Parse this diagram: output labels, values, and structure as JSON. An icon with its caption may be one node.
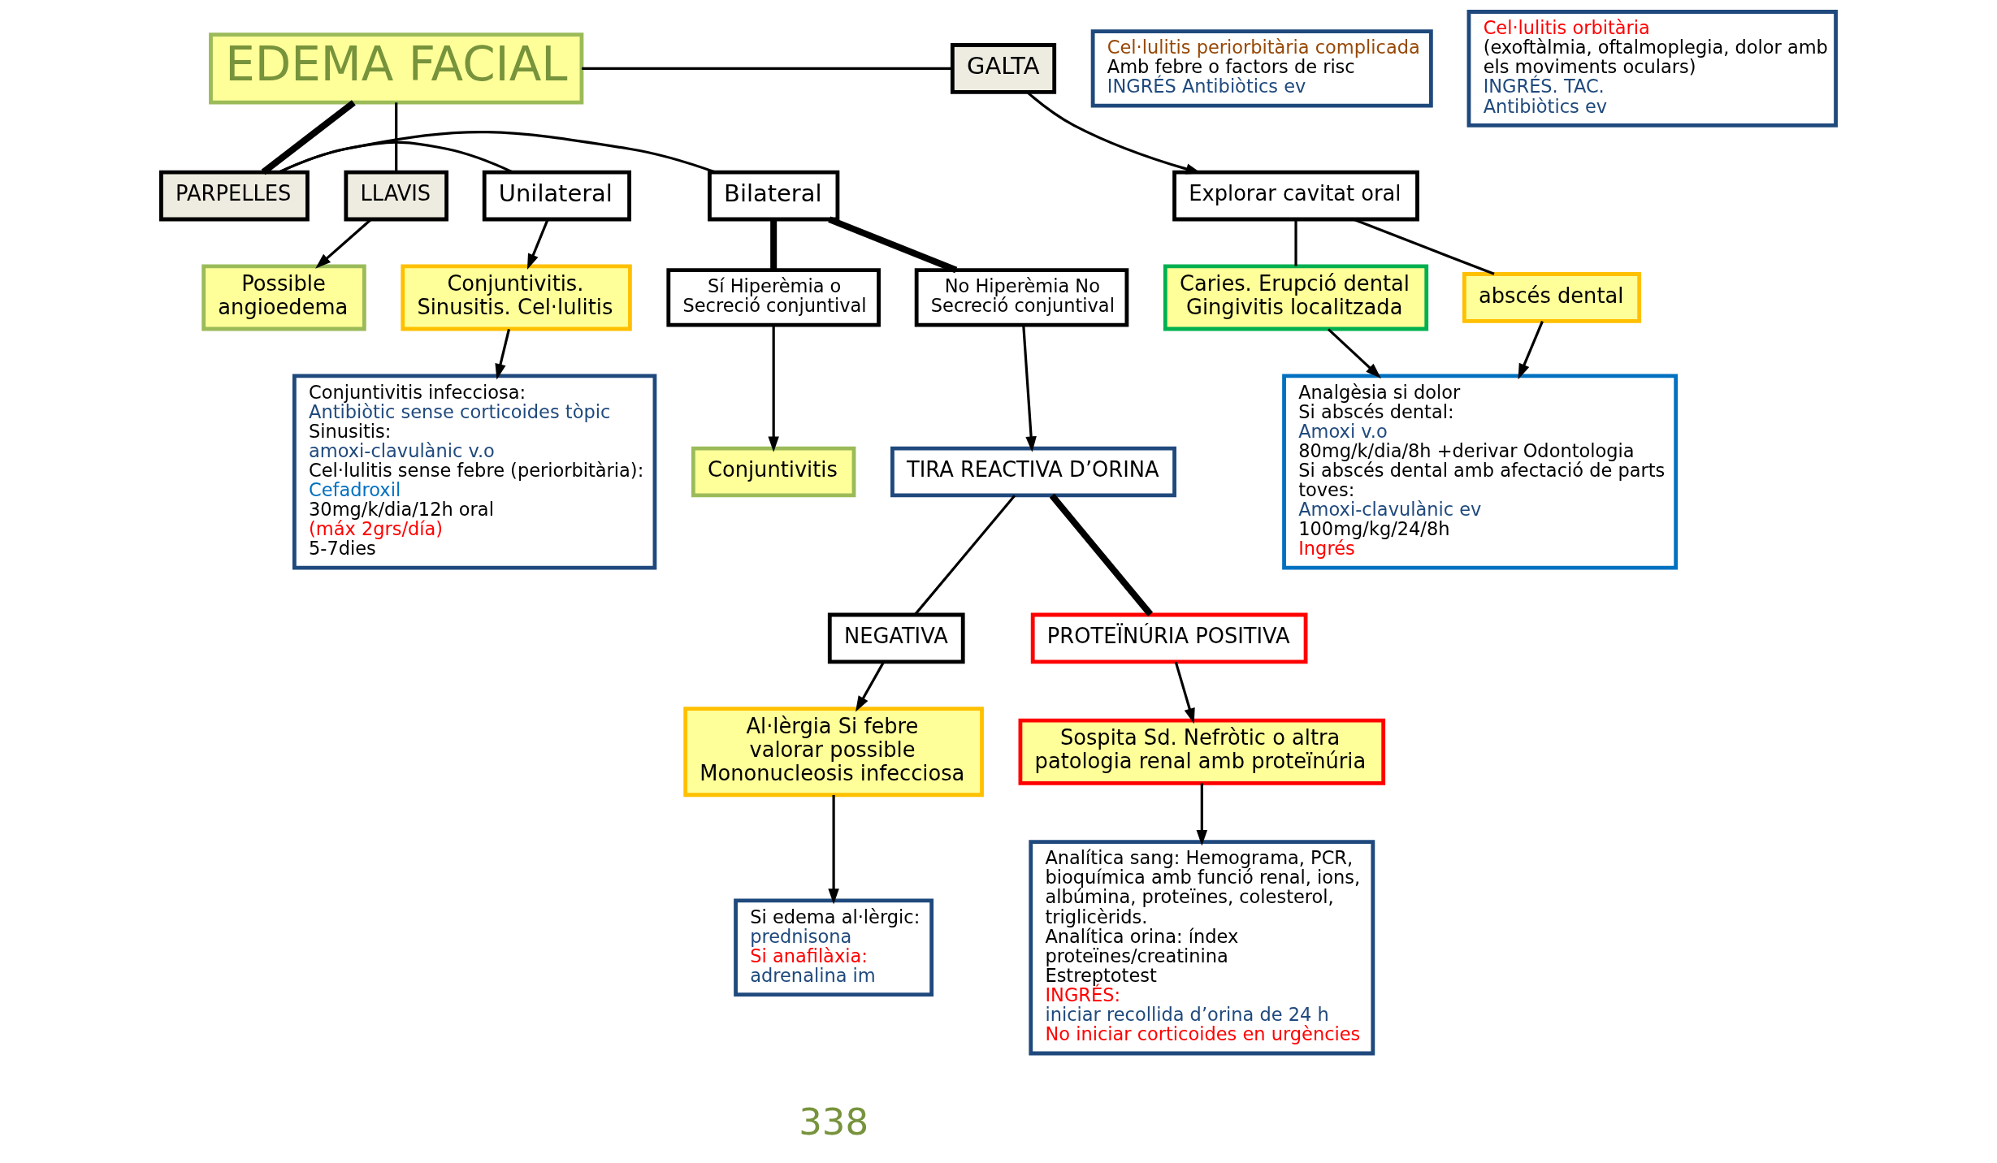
{
  "diagram": {
    "nodes": [
      {
        "text": [
          "EDEMA FACIAL"
        ]
      },
      {
        "text": [
          "GALTA"
        ]
      },
      {
        "text": [
          "LLAVIS"
        ]
      },
      {
        "text": [
          "Bilateral"
        ]
      },
      {
        "text": [
          "PARPELLES"
        ]
      },
      {
        "text": [
          "Unilateral"
        ]
      },
      {
        "text": [
          "Explorar cavitat oral"
        ]
      },
      {
        "text": [
          "Possible angioedema"
        ]
      },
      {
        "text": [
          "Sí Hiperèmia o Secreció conjuntival"
        ]
      },
      {
        "text": [
          "No Hiperèmia No Secreció conjuntival"
        ]
      },
      {
        "text": [
          "Conjuntivitis. Sinusitis. Cel·lulitis"
        ]
      },
      {
        "text": [
          "Caries. Erupció dental Gingivitis localitzada"
        ]
      },
      {
        "text": [
          "Conjuntivitis"
        ]
      },
      {
        "text": [
          "abscés dental"
        ]
      },
      {
        "text": [
          "TIRA REACTIVA D’ORINA"
        ]
      },
      {
        "text": [
          "Conjuntivitis infecciosa:",
          "Antibiòtic sense corticoides tòpic",
          "Sinusitis:",
          "amoxi-clavulànic v.o",
          "Cel·lulitis sense febre (periorbitària):",
          "Cefadroxil",
          "30mg/k/dia/12h oral",
          "(máx 2grs/día)",
          "5-7dies"
        ]
      },
      {
        "text": [
          "Analgèsia si dolor",
          "Si abscés dental:",
          "Amoxi v.o",
          "80mg/k/dia/8h +derivar Odontologia",
          "Si abscés dental amb afectació de parts toves:",
          "Amoxi-clavulànic ev",
          "100mg/kg/24/8h",
          "Ingrés"
        ]
      },
      {
        "text": [
          "NEGATIVA"
        ]
      },
      {
        "text": [
          "PROTEÏNÚRIA POSITIVA"
        ]
      },
      {
        "text": [
          "Al·lèrgia Si febre valorar possible Mononucleosis infecciosa"
        ]
      },
      {
        "text": [
          "Sospita Sd. Nefròtic o altra patologia renal amb proteïnúria"
        ]
      },
      {
        "text": [
          "Cel·lulitis periorbitària complicada",
          "Amb febre o factors de risc",
          "INGRÉS Antibiòtics ev"
        ]
      },
      {
        "text": [
          "Si edema al·lèrgic:",
          "prednisona",
          "Si anafilàxia:",
          "adrenalina im"
        ]
      },
      {
        "text": [
          "Analítica sang: Hemograma, PCR, bioquímica amb funció renal, ions, albúmina, proteïnes, colesterol, triglicèrids.",
          "Analítica orina: índex proteïnes/creatinina",
          "Estreptotest",
          "INGRÉS:",
          "iniciar recollida d’orina de 24 h",
          "No iniciar corticoides en urgències"
        ]
      },
      {
        "text": [
          "Cel·lulitis orbitària",
          "(exoftàlmia, oftalmoplegia, dolor amb els moviments oculars)",
          "INGRÉS. TAC.",
          "Antibiòtics ev"
        ]
      }
    ],
    "edges": [
      {
        "from": 0,
        "to": 2,
        "arrow": "none"
      },
      {
        "from": 0,
        "to": 4,
        "arrow": "none",
        "style": "thick"
      },
      {
        "from": 0,
        "to": 1,
        "arrow": "none"
      },
      {
        "from": 1,
        "to": 6,
        "arrow": "to"
      },
      {
        "from": 4,
        "to": 3,
        "arrow": "none"
      },
      {
        "from": 4,
        "to": 5,
        "arrow": "none"
      },
      {
        "from": 2,
        "to": 7,
        "arrow": "to"
      },
      {
        "from": 3,
        "to": 8,
        "arrow": "none",
        "style": "thick"
      },
      {
        "from": 3,
        "to": 9,
        "arrow": "none",
        "style": "thick"
      },
      {
        "from": 5,
        "to": 10,
        "arrow": "to"
      },
      {
        "from": 6,
        "to": 11,
        "arrow": "none"
      },
      {
        "from": 6,
        "to": 13,
        "arrow": "none"
      },
      {
        "from": 8,
        "to": 12,
        "arrow": "to"
      },
      {
        "from": 9,
        "to": 14,
        "arrow": "to"
      },
      {
        "from": 10,
        "to": 15,
        "arrow": "to"
      },
      {
        "from": 11,
        "to": 16,
        "arrow": "to"
      },
      {
        "from": 13,
        "to": 16,
        "arrow": "to"
      },
      {
        "from": 14,
        "to": 17,
        "arrow": "none"
      },
      {
        "from": 14,
        "to": 18,
        "arrow": "none",
        "style": "thick"
      },
      {
        "from": 17,
        "to": 19,
        "arrow": "to"
      },
      {
        "from": 18,
        "to": 20,
        "arrow": "to"
      },
      {
        "from": 19,
        "to": 22,
        "arrow": "to"
      },
      {
        "from": 20,
        "to": 23,
        "arrow": "to"
      }
    ],
    "labels": [
      "338"
    ]
  }
}
